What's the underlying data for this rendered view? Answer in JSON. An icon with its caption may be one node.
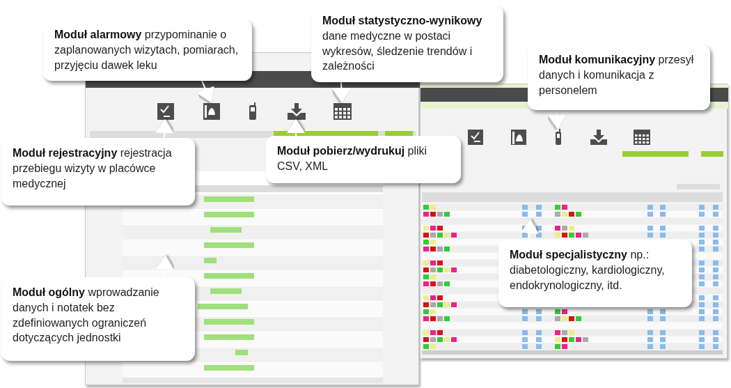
{
  "diagram": {
    "nodes": [
      {
        "text": [],
        "shape": "picture"
      },
      {
        "text": [],
        "shape": "picture"
      },
      {
        "text": [],
        "shape": "picture",
        "in": 0
      },
      {
        "text": [],
        "shape": "picture",
        "in": 0
      },
      {
        "text": [],
        "shape": "picture",
        "in": 0
      },
      {
        "text": [],
        "shape": "picture",
        "in": 0
      },
      {
        "text": [],
        "shape": "picture",
        "in": 0
      },
      {
        "text": [],
        "shape": "picture",
        "in": 1
      },
      {
        "text": [],
        "shape": "picture",
        "in": 1
      },
      {
        "text": [],
        "shape": "picture",
        "in": 1
      },
      {
        "text": [],
        "shape": "picture",
        "in": 1
      },
      {
        "text": [],
        "shape": "picture",
        "in": 1
      },
      {
        "text": [
          "**Moduł alarmowy** przypominanie o zaplanowanych wizytach, pomiarach, przyjęciu dawek leku"
        ]
      },
      {
        "text": [
          "**Moduł statystyczno-wynikowy** dane medyczne w postaci wykresów, śledzenie trendów i zależności"
        ]
      },
      {
        "text": [
          "**Moduł komunikacyjny** przesył danych i komunikacja z personelem"
        ]
      },
      {
        "text": [
          "**Moduł rejestracyjny** rejestracja przebiegu wizyty w placówce medycznej"
        ]
      },
      {
        "text": [
          "**Moduł pobierz/wydrukuj** pliki CSV, XML"
        ]
      },
      {
        "text": [
          "**Moduł ogólny** wprowadzanie danych i notatek bez zdefiniowanych ograniczeń dotyczących jednostki"
        ]
      },
      {
        "text": [
          "**Moduł specjalistyczny** np.: diabetologiczny, kardiologiczny, endokrynologiczny, itd."
        ],
        "in": 1
      }
    ],
    "edges": [
      {
        "from": 12,
        "to": 3,
        "arrow": "to"
      },
      {
        "from": 13,
        "to": 6,
        "arrow": "to"
      },
      {
        "from": 14,
        "to": 9,
        "arrow": "to"
      },
      {
        "from": 15,
        "to": 2,
        "arrow": "to"
      },
      {
        "from": 16,
        "to": 5,
        "arrow": "to"
      },
      {
        "from": 17,
        "to": null,
        "arrow": "to"
      },
      {
        "from": 18,
        "to": null,
        "arrow": "to"
      }
    ]
  }
}
